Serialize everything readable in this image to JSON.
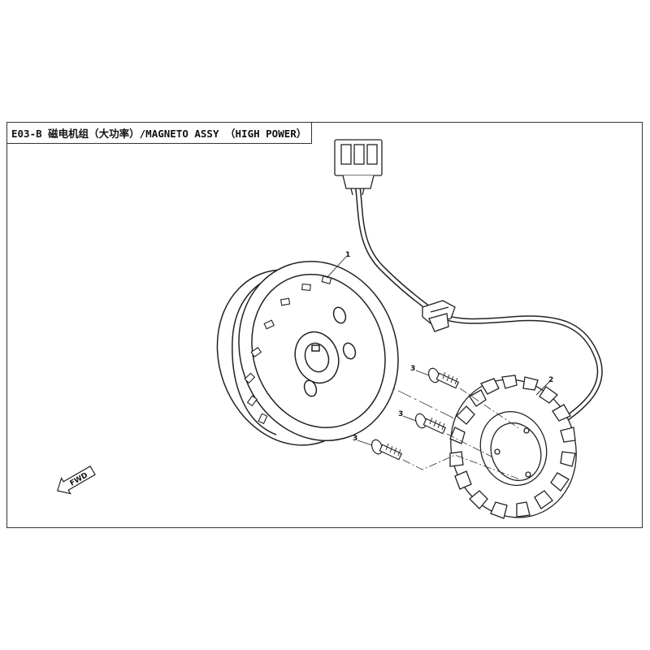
{
  "diagram": {
    "title": "E03-B 磁电机组（大功率）/MAGNETO ASSY （HIGH POWER）",
    "callouts": {
      "flywheel": "1",
      "stator": "2",
      "bolt_a": "3",
      "bolt_b": "3",
      "bolt_c": "3"
    },
    "direction_label": "FWD"
  }
}
